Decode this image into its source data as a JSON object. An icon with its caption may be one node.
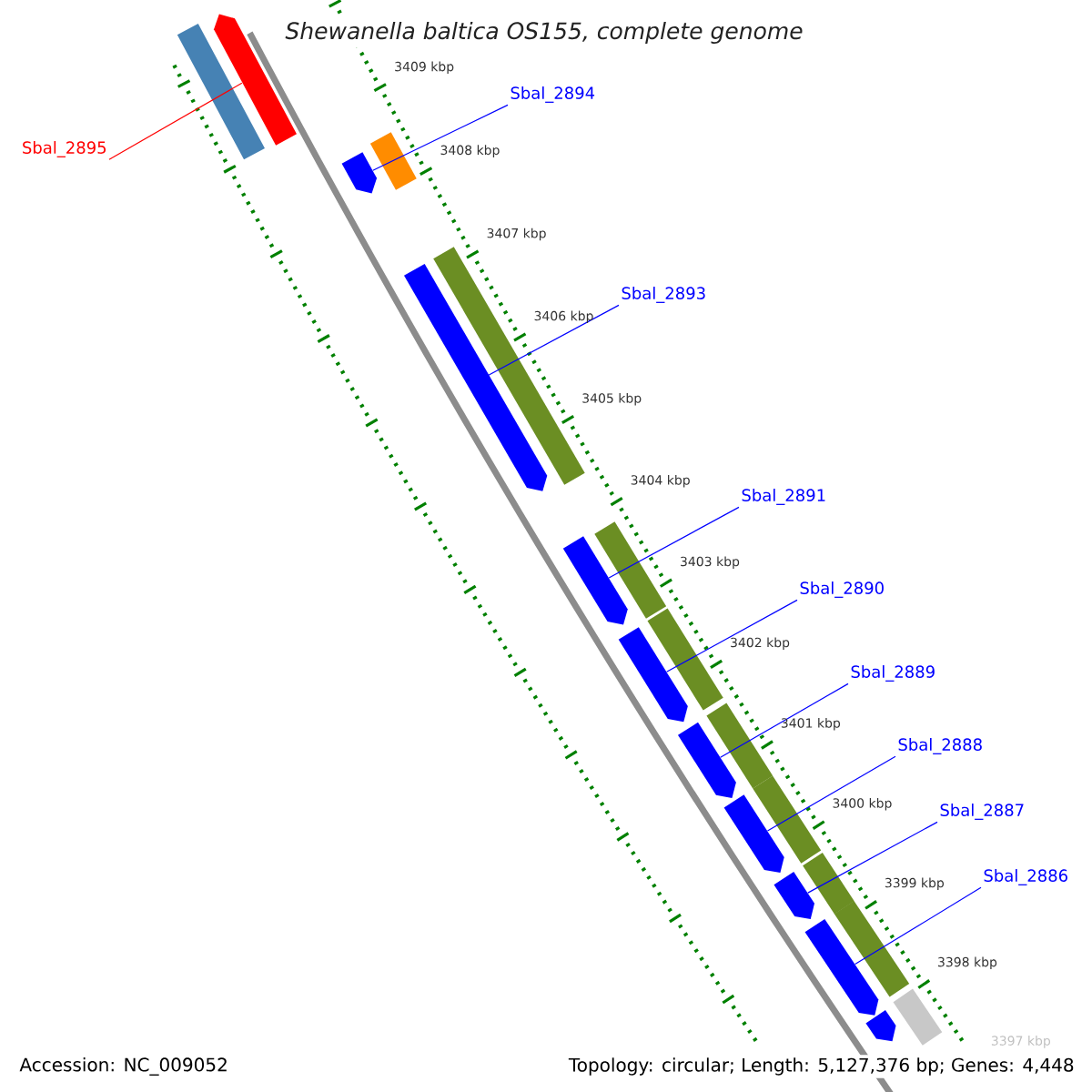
{
  "diagram": {
    "title": "Shewanella baltica OS155, complete genome",
    "nodes": [
      {
        "text": [
          "Sbal_2895"
        ]
      },
      {
        "text": [],
        "shape": "bar"
      },
      {
        "text": [],
        "shape": "arrow"
      },
      {
        "text": [
          "Sbal_2894"
        ]
      },
      {
        "text": [],
        "shape": "arrow"
      },
      {
        "text": [],
        "shape": "bar"
      },
      {
        "text": [
          "Sbal_2893"
        ]
      },
      {
        "text": [],
        "shape": "arrow"
      },
      {
        "text": [],
        "shape": "bar"
      },
      {
        "text": [
          "Sbal_2891"
        ]
      },
      {
        "text": [],
        "shape": "arrow"
      },
      {
        "text": [],
        "shape": "bar"
      },
      {
        "text": [
          "Sbal_2890"
        ]
      },
      {
        "text": [],
        "shape": "arrow"
      },
      {
        "text": [],
        "shape": "bar"
      },
      {
        "text": [
          "Sbal_2889"
        ]
      },
      {
        "text": [],
        "shape": "arrow"
      },
      {
        "text": [],
        "shape": "bar"
      },
      {
        "text": [
          "Sbal_2888"
        ]
      },
      {
        "text": [],
        "shape": "arrow"
      },
      {
        "text": [],
        "shape": "bar"
      },
      {
        "text": [
          "Sbal_2887"
        ]
      },
      {
        "text": [],
        "shape": "arrow"
      },
      {
        "text": [],
        "shape": "bar"
      },
      {
        "text": [
          "Sbal_2886"
        ]
      },
      {
        "text": [],
        "shape": "arrow"
      },
      {
        "text": [],
        "shape": "bar"
      },
      {
        "text": [],
        "shape": "bar"
      },
      {
        "text": [],
        "shape": "arrow"
      }
    ],
    "edges": [
      {
        "from": 0,
        "to": 2,
        "arrow": "none",
        "color": "#ff0000"
      },
      {
        "from": 3,
        "to": 4,
        "arrow": "none"
      },
      {
        "from": 6,
        "to": 7,
        "arrow": "none"
      },
      {
        "from": 9,
        "to": 10,
        "arrow": "none"
      },
      {
        "from": 12,
        "to": 13,
        "arrow": "none"
      },
      {
        "from": 15,
        "to": 16,
        "arrow": "none"
      },
      {
        "from": 18,
        "to": 19,
        "arrow": "none"
      },
      {
        "from": 21,
        "to": 22,
        "arrow": "none"
      },
      {
        "from": 24,
        "to": 25,
        "arrow": "none"
      }
    ],
    "labels": [
      "3409 kbp",
      "3408 kbp",
      "3407 kbp",
      "3406 kbp",
      "3405 kbp",
      "3404 kbp",
      "3403 kbp",
      "3402 kbp",
      "3401 kbp",
      "3400 kbp",
      "3399 kbp",
      "3398 kbp",
      "3397 kbp",
      "Accession: NC_009052",
      "Topology: circular; Length: 5,127,376 bp; Genes: 4,448"
    ]
  }
}
